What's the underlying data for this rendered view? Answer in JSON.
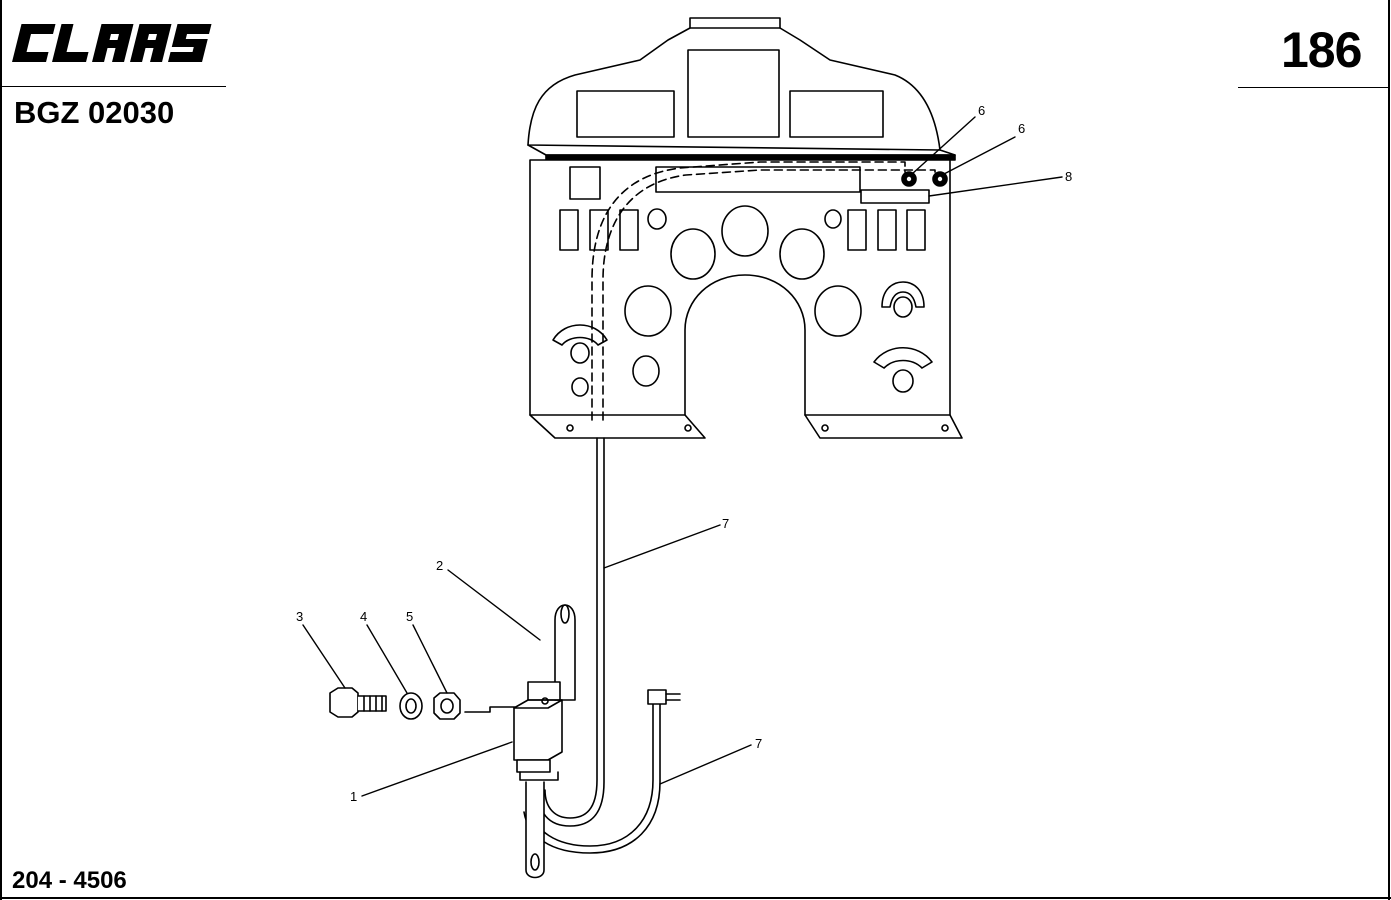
{
  "header": {
    "brand_logo": "CLAAS",
    "doc_code": "BGZ 02030",
    "page_number": "186"
  },
  "footer": {
    "drawing_ref": "204 - 4506"
  },
  "callouts": {
    "c1": "1",
    "c2": "2",
    "c3": "3",
    "c4": "4",
    "c5": "5",
    "c6a": "6",
    "c6b": "6",
    "c7a": "7",
    "c7b": "7",
    "c8": "8"
  },
  "colors": {
    "ink": "#000000",
    "panel_fill": "#ffffff"
  }
}
